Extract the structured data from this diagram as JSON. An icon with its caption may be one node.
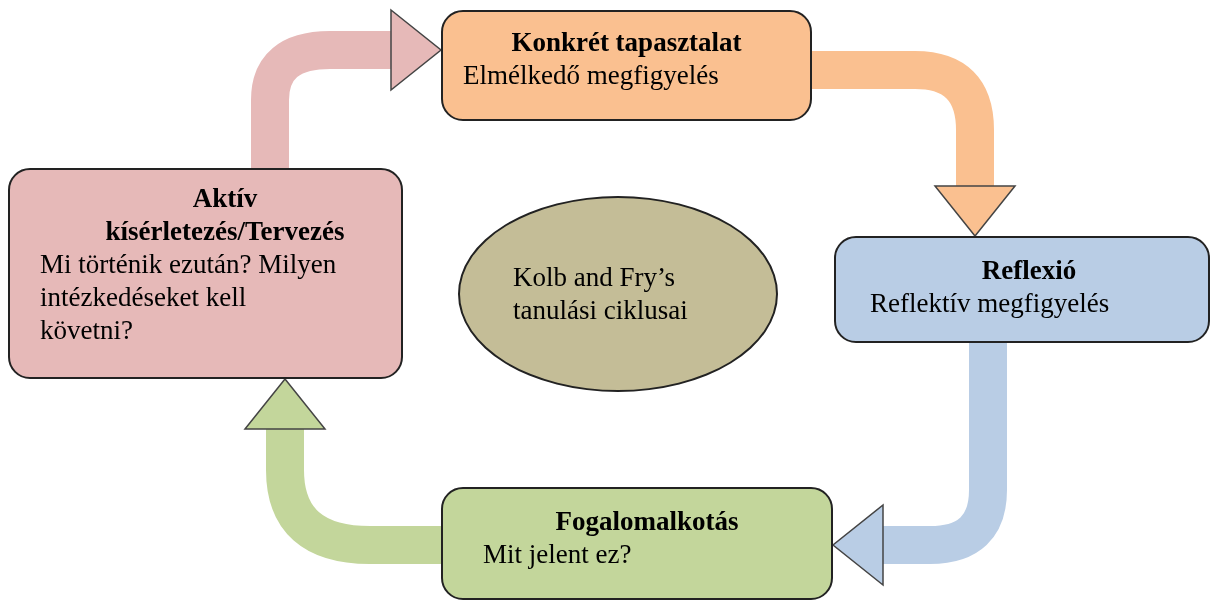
{
  "diagram": {
    "nodes": [
      {
        "text": [
          "Konkrét tapasztalat",
          "Elmélkedő megfigyelés"
        ]
      },
      {
        "text": [
          "Reflexió",
          "Reflektív megfigyelés"
        ]
      },
      {
        "text": [
          "Fogalomalkotás",
          "Mit jelent ez?"
        ]
      },
      {
        "text": [
          "Aktív kísérletezés/Tervezés",
          "Mi történik ezután? Milyen intézkedéseket kell követni?"
        ]
      },
      {
        "text": [
          "Kolb and Fry’s tanulási ciklusai"
        ]
      }
    ],
    "edges": [
      {
        "from": 3,
        "to": 0,
        "arrow": "to",
        "color": "#e6b9b8"
      },
      {
        "from": 0,
        "to": 1,
        "arrow": "to",
        "color": "#fac090"
      },
      {
        "from": 1,
        "to": 2,
        "arrow": "to",
        "color": "#b9cde5"
      },
      {
        "from": 2,
        "to": 3,
        "arrow": "to",
        "color": "#c3d69b"
      }
    ]
  }
}
